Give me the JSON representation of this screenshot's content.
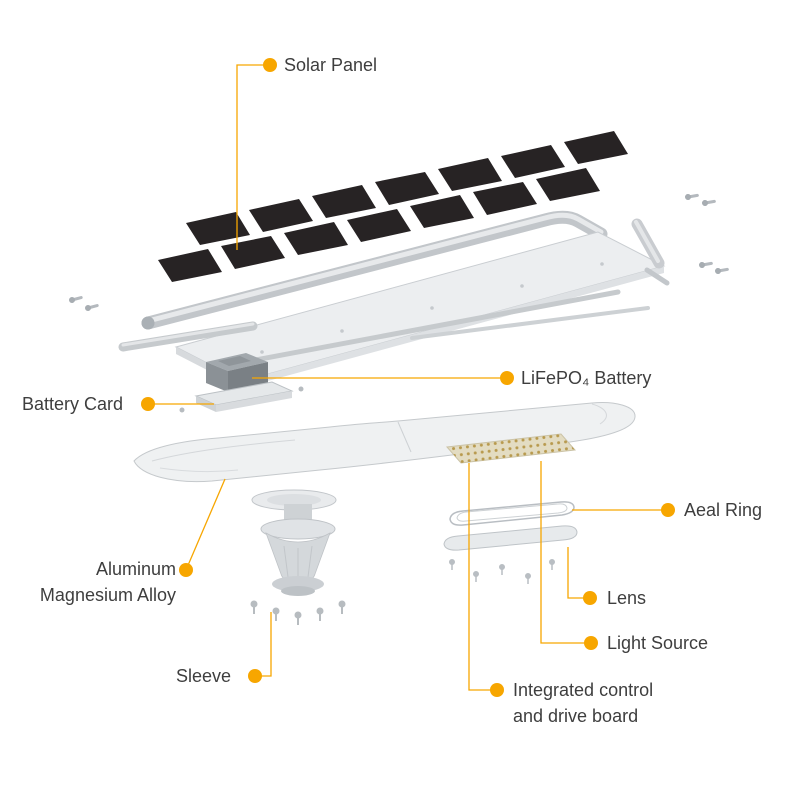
{
  "page": {
    "background": "#ffffff",
    "accent": "#f7a600",
    "text_color": "#3e3e3e",
    "solar_cell_color": "#272324"
  },
  "diagram": {
    "callouts": {
      "solar_panel": "Solar Panel",
      "lifepo4_battery": "LiFePO₄ Battery",
      "battery_card": "Battery Card",
      "aeal_ring": "Aeal Ring",
      "aluminum_magnesium_alloy_line1": "Aluminum",
      "aluminum_magnesium_alloy_line2": "Magnesium Alloy",
      "lens": "Lens",
      "light_source": "Light Source",
      "sleeve": "Sleeve",
      "integrated_control_line1": "Integrated control",
      "integrated_control_line2": "and drive board"
    }
  }
}
